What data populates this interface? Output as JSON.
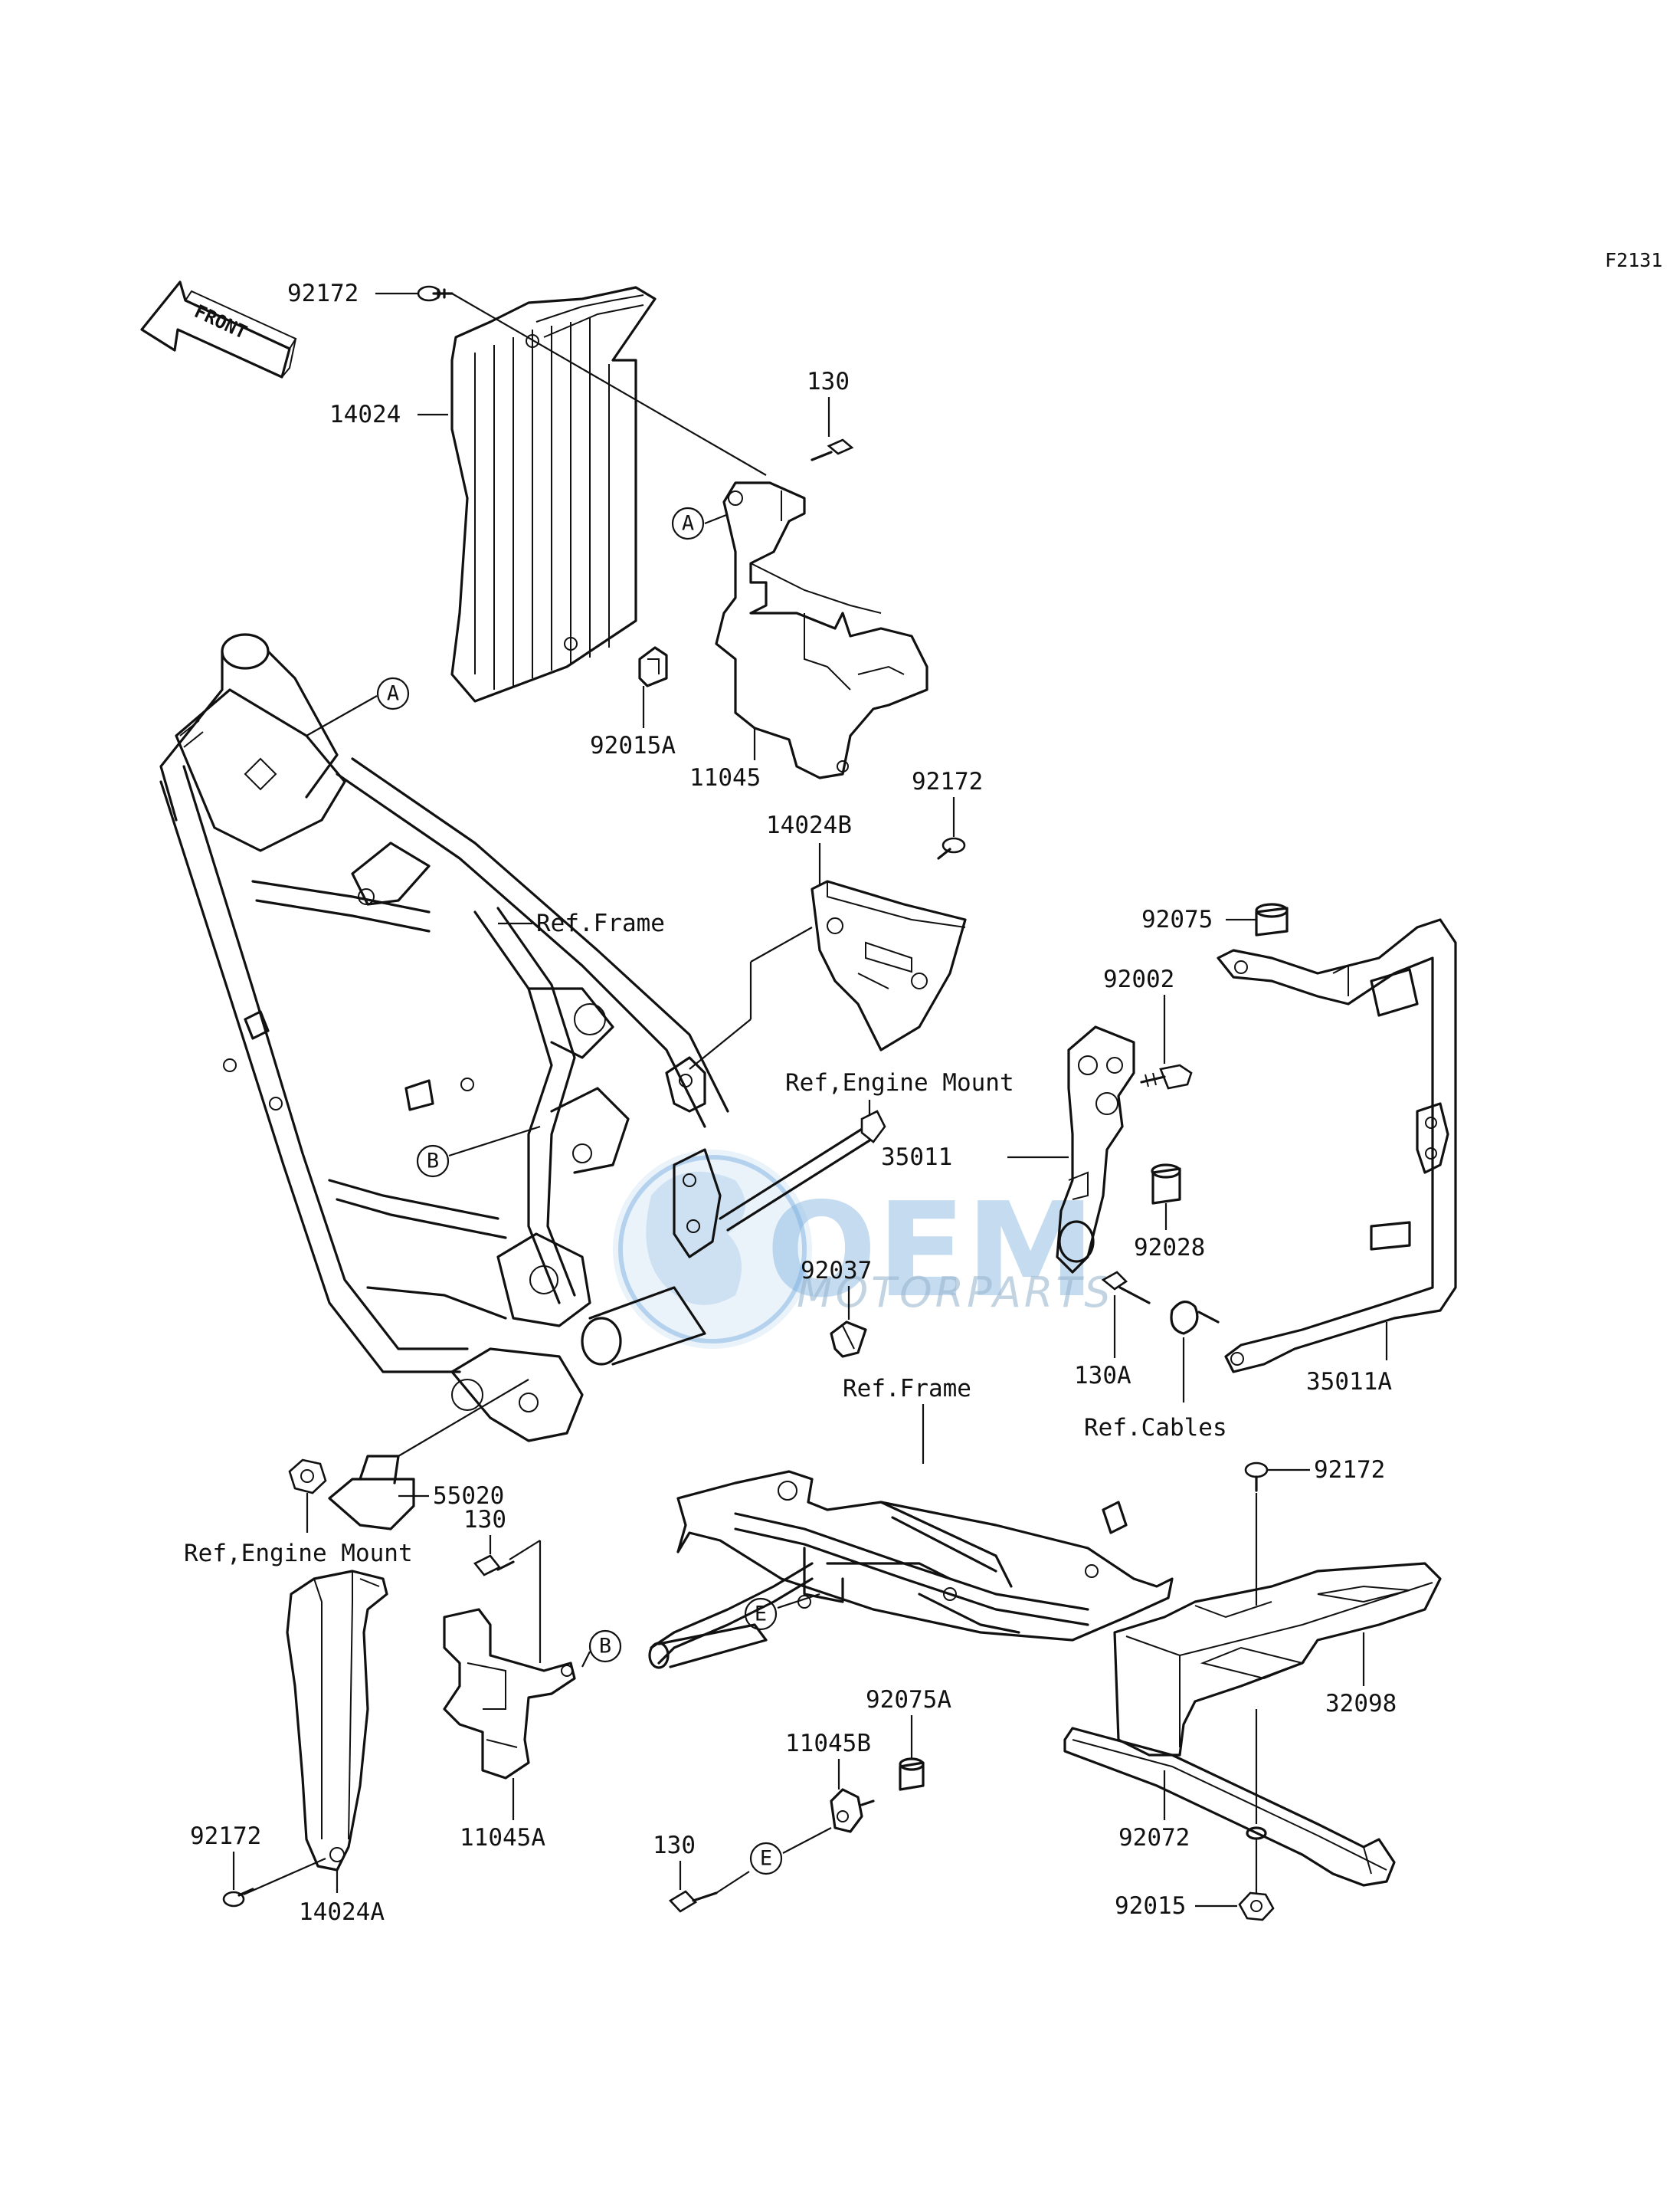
{
  "figure_code": "F2131",
  "front_arrow_label": "FRONT",
  "watermark": {
    "brand": "OEM",
    "tagline": "MOTORPARTS"
  },
  "callouts": {
    "a": "A",
    "b": "B",
    "e": "E"
  },
  "labels": {
    "p92172_top": "92172",
    "p14024": "14024",
    "p130_top": "130",
    "p92015A": "92015A",
    "p11045": "11045",
    "p92172_mid": "92172",
    "p14024B": "14024B",
    "ref_frame_top": "Ref.Frame",
    "p92075": "92075",
    "p92002": "92002",
    "ref_engine_mount_mid": "Ref,Engine Mount",
    "p35011": "35011",
    "p92028": "92028",
    "p92037": "92037",
    "p130A": "130A",
    "p35011A": "35011A",
    "ref_frame_bottom": "Ref.Frame",
    "ref_cables": "Ref.Cables",
    "p55020": "55020",
    "p130_mid": "130",
    "ref_engine_mount_left": "Ref,Engine Mount",
    "p92172_right": "92172",
    "p32098": "32098",
    "p92075A": "92075A",
    "p11045B": "11045B",
    "p11045A": "11045A",
    "p92172_bottom": "92172",
    "p130_bottom": "130",
    "p92072": "92072",
    "p14024A": "14024A",
    "p92015": "92015"
  }
}
